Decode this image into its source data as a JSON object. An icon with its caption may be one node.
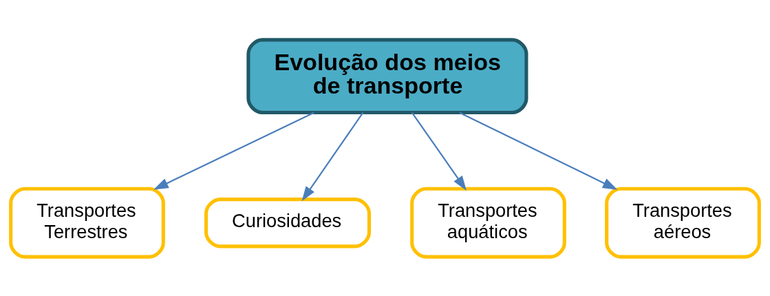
{
  "diagram": {
    "nodes": [
      {
        "text": [
          "Evolução dos meios de transporte"
        ]
      },
      {
        "text": [
          "Transportes Terrestres"
        ]
      },
      {
        "text": [
          "Curiosidades"
        ]
      },
      {
        "text": [
          "Transportes aquáticos"
        ]
      },
      {
        "text": [
          "Transportes aéreos"
        ]
      }
    ],
    "edges": [
      {
        "from": 0,
        "to": 1,
        "arrow": "to"
      },
      {
        "from": 0,
        "to": 3,
        "arrow": "to"
      },
      {
        "from": 0,
        "to": 4,
        "arrow": "to"
      },
      {
        "from": 0,
        "to": 2,
        "arrow": "to"
      }
    ]
  }
}
